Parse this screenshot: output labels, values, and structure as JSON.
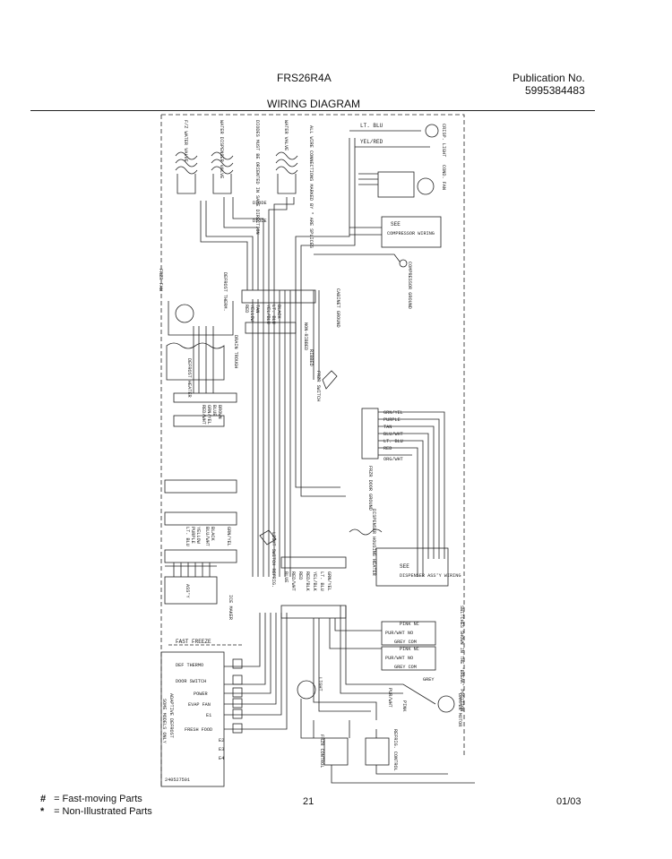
{
  "header": {
    "model": "FRS26R4A",
    "publication_label": "Publication No.",
    "publication_number": "5995384483",
    "title": "WIRING DIAGRAM"
  },
  "diagram": {
    "labels": {
      "lt_blu_top": "LT. BLU",
      "yel_red": "YEL/RED",
      "crisp_light": "CRISP. LIGHT",
      "cond_fan": "COND. FAN",
      "see_compressor": "SEE",
      "compressor_wiring": "COMPRESSOR WIRING",
      "compressor_ground": "COMPRESSOR GROUND",
      "cabinet_ground": "CABINET GROUND",
      "fz_water_valve": "F/Z WATER VALVE",
      "water_disp_valve": "WATER DISPENSER VALVE",
      "water_valve": "WATER VALVE",
      "diodes_note": "DIODES MUST BE ORIENTED IN SAME DIRECTION",
      "wire_conn_note": "ALL WIRE CONNECTIONS MARKED BY * ARE SPLICES",
      "diode_1": "DIODE",
      "diode_2": "DIODE",
      "frzr_fan": "FRZR FAN",
      "defrost_therm": "DEFROST THERM.",
      "defrost_heater": "DEFROST HEATER",
      "drain_trough": "DRAIN TROUGH",
      "ribbed": "RIBBED",
      "non_ribbed": "NON-RIBBED",
      "frzr_switch": "FRZR SWITCH",
      "wire_black": "BLACK",
      "wire_lt_blu": "LT. BLU",
      "wire_yel_blu": "YEL/BLU",
      "wire_tan": "TAN",
      "wire_yellow": "YELLOW",
      "wire_red": "RED",
      "wire_brown": "BROWN",
      "wire_blue": "BLUE",
      "wire_grn_yel": "GRN/YEL",
      "wire_red_wht": "RED/WHT",
      "wire_grn_yel_r": "GRN/YEL",
      "wire_purple": "PURPLE",
      "wire_tan_r": "TAN",
      "wire_blu_wht": "BLU/WHT",
      "wire_lt_blu_r": "LT. BLU",
      "wire_red_r": "RED",
      "wire_org_wht": "ORG/WHT",
      "frzr_door_ground": "FRZR DOOR GROUND",
      "dispenser_housing_heater": "DISPENSER HOUSING HEATER",
      "see_dispenser": "SEE",
      "dispenser_assy_wiring": "DISPENSER ASS'Y WIRING",
      "light_switch_refrig": "LIGHT SWITCH REFRIG.",
      "ice_maker": "ICE MAKER",
      "assy": "ASS'Y",
      "wire_black2": "BLACK",
      "wire_blu_wht2": "BLU/WHT",
      "wire_yellow2": "YELLOW",
      "wire_purple2": "PURPLE",
      "wire_lt_blu2": "LT. BLU",
      "wire_grn_yel2": "GRN/YEL",
      "wire_grn_yel3": "GRN/YEL",
      "wire_lt_blu3": "LT. BLU",
      "wire_yel_blk": "YEL/BLK",
      "wire_red_blk": "RED/BLK",
      "wire_red3": "RED",
      "wire_red_wht3": "RED/WHT",
      "wire_blue3": "BLUE",
      "switches_note": "SWITCHES SHOWN IN THE 'BREAK' POSITION",
      "pink_nc_1": "PINK NC",
      "pur_wht_no_1": "PUR/WHT NO",
      "grey_com_1": "GREY COM",
      "pink_nc_2": "PINK NC",
      "pur_wht_no_2": "PUR/WHT NO",
      "grey_com_2": "GREY COM",
      "damper_motor": "DAMPER MOTOR",
      "grey": "GREY",
      "pink": "PINK",
      "pur_wht": "PUR/WHT",
      "light": "LIGHT",
      "refrig_control": "REFRIG. CONTROL",
      "frzr_control": "FRZR CONTROL",
      "fast_freeze": "FAST FREEZE",
      "def_thermo": "DEF THERMO",
      "door_switch": "DOOR SWITCH",
      "power": "POWER",
      "evap_fan": "EVAP FAN",
      "e1": "E1",
      "fresh_food": "FRESH FOOD",
      "e2": "E2",
      "e3": "E3",
      "e4": "E4",
      "adaptive_defrost": "ADAPTIVE DEFROST",
      "some_models_only": "SOME MODELS ONLY",
      "part_code": "240527501"
    }
  },
  "footer": {
    "sym_fast": "#",
    "fast_moving": "= Fast-moving Parts",
    "sym_non": "*",
    "non_illustrated": "= Non-Illustrated Parts",
    "page_number": "21",
    "date": "01/03"
  }
}
